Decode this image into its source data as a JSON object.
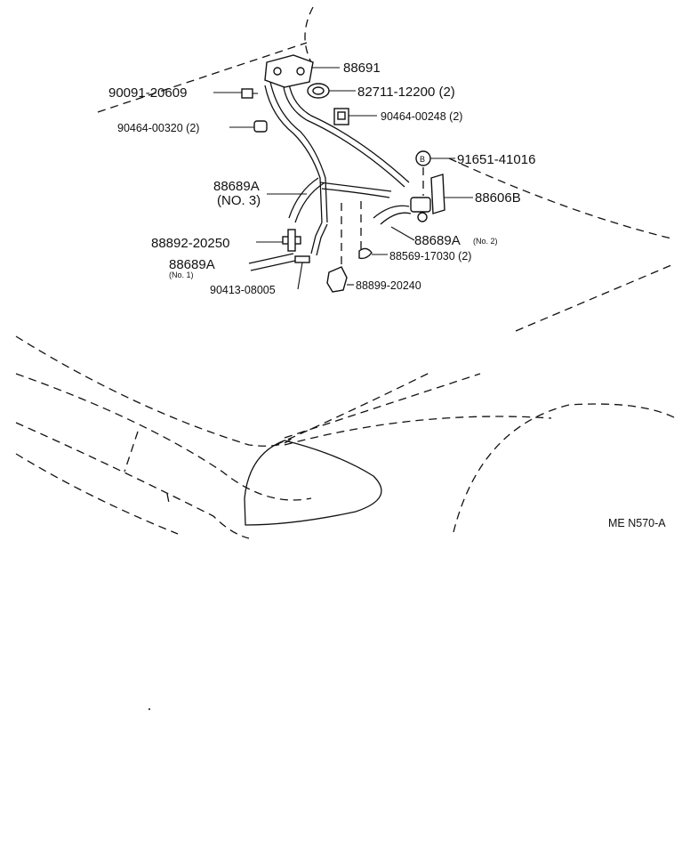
{
  "diagram": {
    "id": "ME N570-A",
    "callouts": [
      {
        "key": "p88691",
        "text": "88691"
      },
      {
        "key": "p90091",
        "text": "90091-20609"
      },
      {
        "key": "p82711",
        "text": "82711-12200 (2)"
      },
      {
        "key": "p90464_248",
        "text": "90464-00248 (2)"
      },
      {
        "key": "p90464_320",
        "text": "90464-00320 (2)"
      },
      {
        "key": "p91651",
        "text": "91651-41016"
      },
      {
        "key": "p88689_3a",
        "text": "88689A"
      },
      {
        "key": "p88689_3b",
        "text": "(NO. 3)"
      },
      {
        "key": "p88606",
        "text": "88606B"
      },
      {
        "key": "p88892",
        "text": "88892-20250"
      },
      {
        "key": "p88689_2",
        "text": "88689A"
      },
      {
        "key": "p88689_2n",
        "text": "(No. 2)"
      },
      {
        "key": "p88569",
        "text": "88569-17030 (2)"
      },
      {
        "key": "p88689_1",
        "text": "88689A"
      },
      {
        "key": "p88689_1n",
        "text": "(No. 1)"
      },
      {
        "key": "p90413",
        "text": "90413-08005"
      },
      {
        "key": "p88899",
        "text": "88899-20240"
      }
    ],
    "bolt_marker": "B"
  }
}
